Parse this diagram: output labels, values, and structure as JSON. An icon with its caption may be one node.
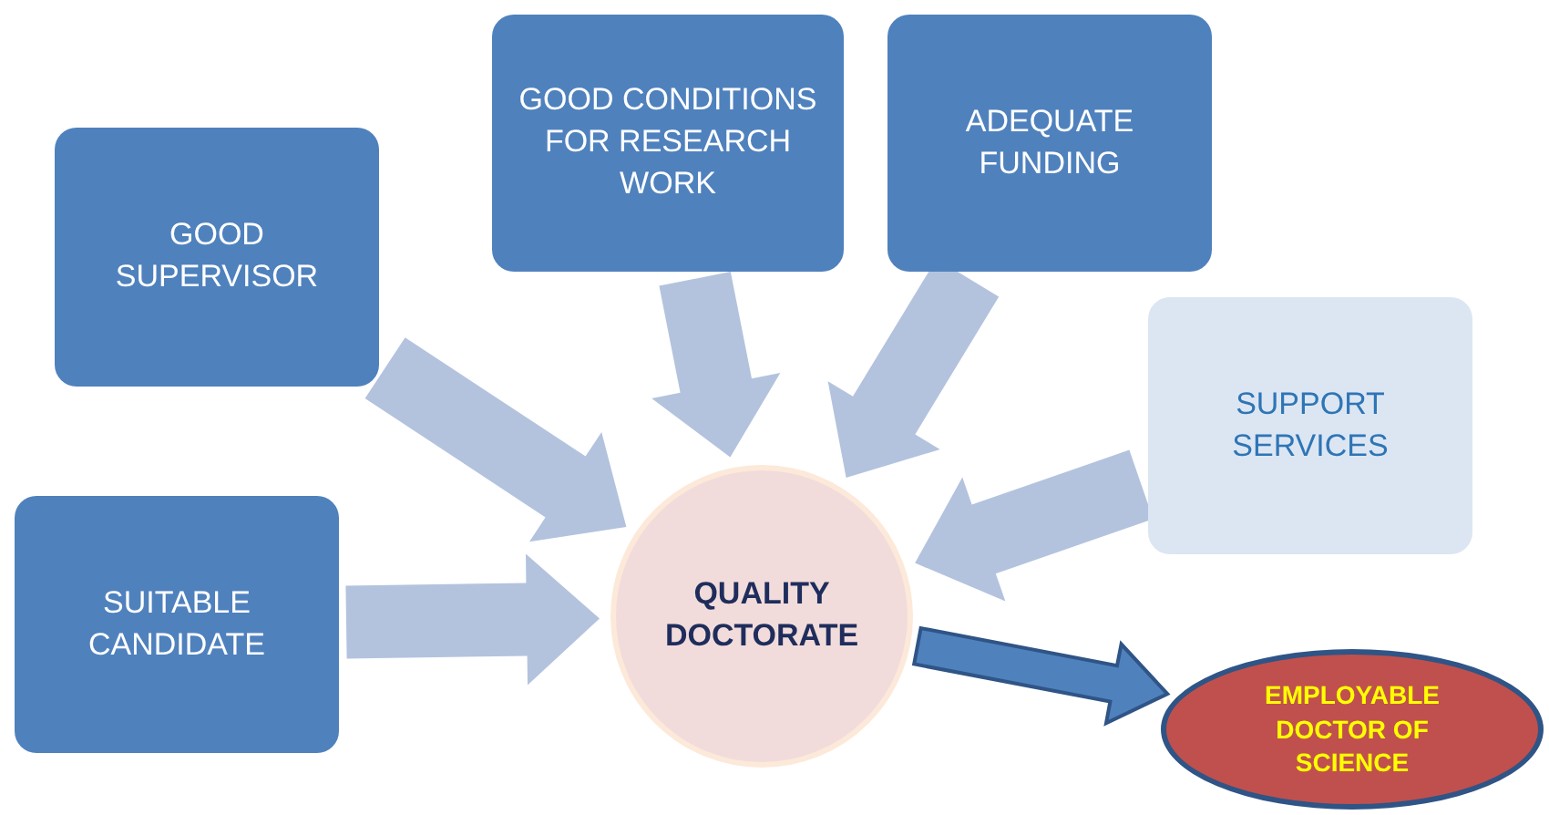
{
  "diagram": {
    "nodes": [
      {
        "text": [
          "GOOD SUPERVISOR"
        ]
      },
      {
        "text": [
          "GOOD CONDITIONS FOR RESEARCH WORK"
        ]
      },
      {
        "text": [
          "ADEQUATE FUNDING"
        ]
      },
      {
        "text": [
          "SUPPORT SERVICES"
        ]
      },
      {
        "text": [
          "SUITABLE CANDIDATE"
        ]
      },
      {
        "text": [
          "QUALITY DOCTORATE"
        ]
      },
      {
        "text": [
          "EMPLOYABLE DOCTOR OF SCIENCE"
        ]
      }
    ],
    "edges": [
      {
        "from": 0,
        "to": 5,
        "arrow": "to"
      },
      {
        "from": 1,
        "to": 5,
        "arrow": "to"
      },
      {
        "from": 2,
        "to": 5,
        "arrow": "to"
      },
      {
        "from": 3,
        "to": 5,
        "arrow": "to"
      },
      {
        "from": 4,
        "to": 5,
        "arrow": "to"
      },
      {
        "from": 5,
        "to": 6,
        "arrow": "to",
        "color": "#4f81bd"
      }
    ]
  }
}
